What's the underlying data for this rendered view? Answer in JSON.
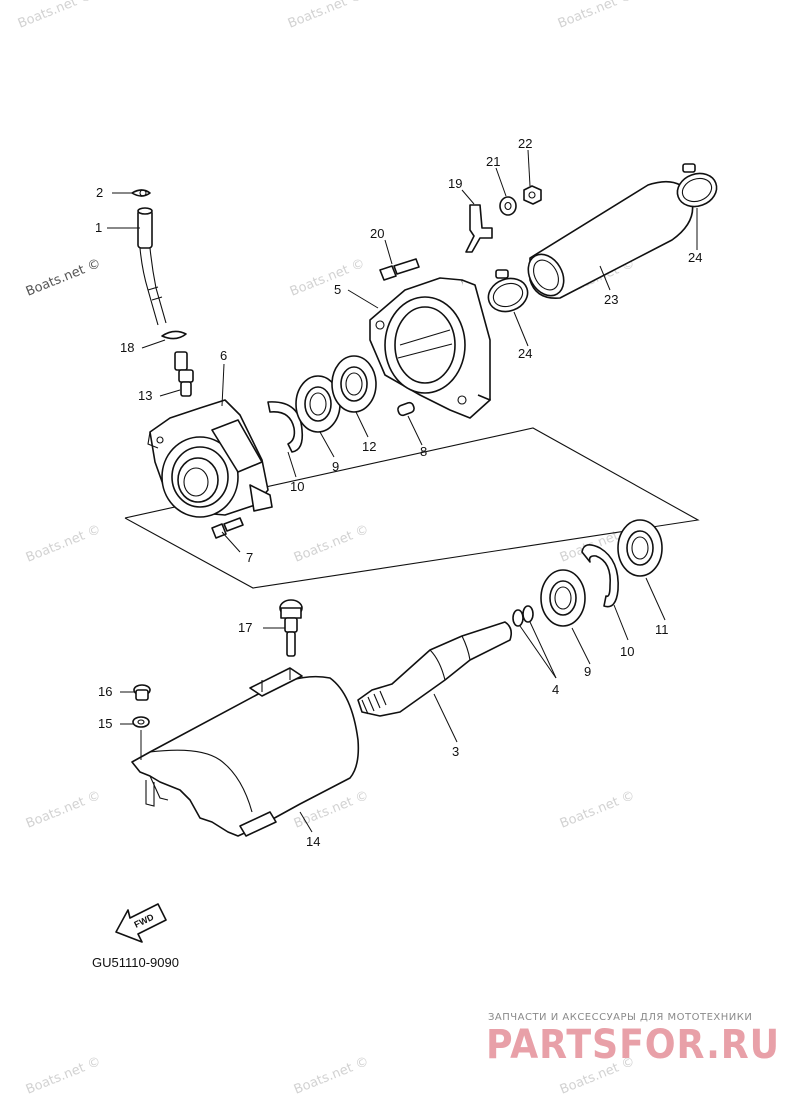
{
  "diagram": {
    "parts": {
      "p1": "1",
      "p2": "2",
      "p3": "3",
      "p4": "4",
      "p5": "5",
      "p6": "6",
      "p7": "7",
      "p8": "8",
      "p9a": "9",
      "p9b": "9",
      "p10a": "10",
      "p10b": "10",
      "p11": "11",
      "p12": "12",
      "p13": "13",
      "p14": "14",
      "p15": "15",
      "p16": "16",
      "p17": "17",
      "p18": "18",
      "p19": "19",
      "p20": "20",
      "p21": "21",
      "p22": "22",
      "p23": "23",
      "p24a": "24",
      "p24b": "24"
    },
    "diagram_code": "GU51110-9090",
    "fwd_label": "FWD"
  },
  "watermark": {
    "text": "Boats.net ©"
  },
  "branding": {
    "tagline": "ЗАПЧАСТИ И АКСЕССУАРЫ ДЛЯ МОТОТЕХНИКИ",
    "name": "PARTSFOR.RU"
  }
}
